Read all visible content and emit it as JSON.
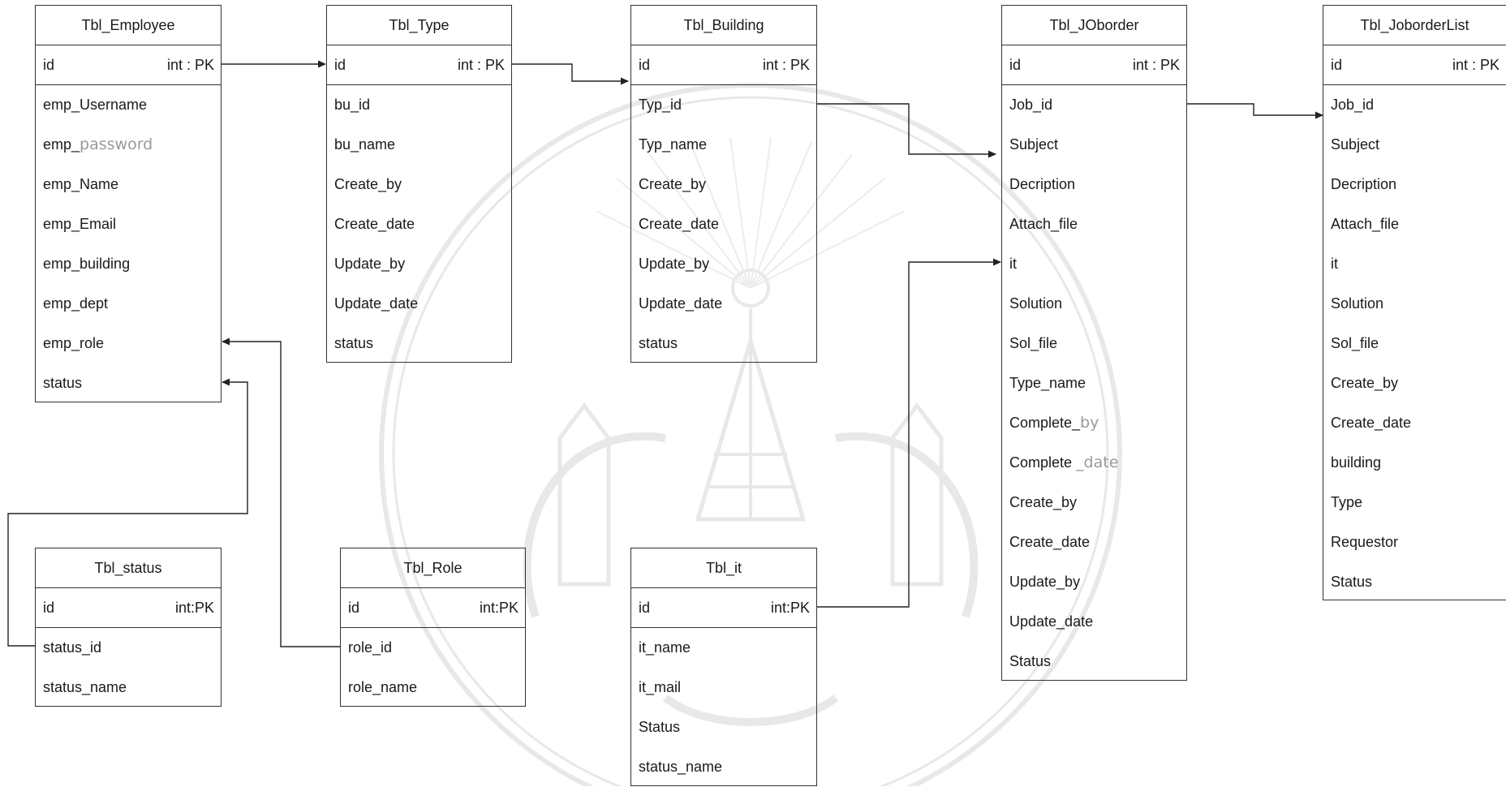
{
  "tables": {
    "employee": {
      "title": "Tbl_Employee",
      "pk": {
        "name": "id",
        "type": "int : PK"
      },
      "fields": [
        "emp_Username",
        "emp_password",
        "emp_Name",
        "emp_Email",
        "emp_building",
        "emp_dept",
        "emp_role",
        "status"
      ]
    },
    "type": {
      "title": "Tbl_Type",
      "pk": {
        "name": "id",
        "type": "int : PK"
      },
      "fields": [
        "bu_id",
        "bu_name",
        "Create_by",
        "Create_date",
        "Update_by",
        "Update_date",
        "status"
      ]
    },
    "building": {
      "title": "Tbl_Building",
      "pk": {
        "name": "id",
        "type": "int : PK"
      },
      "fields": [
        "Typ_id",
        "Typ_name",
        "Create_by",
        "Create_date",
        "Update_by",
        "Update_date",
        "status"
      ]
    },
    "joborder": {
      "title": "Tbl_JOborder",
      "pk": {
        "name": "id",
        "type": "int : PK"
      },
      "fields": [
        "Job_id",
        "Subject",
        "Decription",
        "Attach_file",
        "it",
        "Solution",
        "Sol_file",
        "Type_name",
        "Complete_by",
        "Complete _date",
        "Create_by",
        "Create_date",
        "Update_by",
        "Update_date",
        "Status"
      ]
    },
    "joborderlist": {
      "title": "Tbl_JoborderList",
      "pk": {
        "name": "id",
        "type": "int : PK"
      },
      "fields": [
        "Job_id",
        "Subject",
        "Decription",
        "Attach_file",
        "it",
        "Solution",
        "Sol_file",
        "Create_by",
        "Create_date",
        "building",
        "Type",
        "Requestor",
        "Status"
      ]
    },
    "status": {
      "title": "Tbl_status",
      "pk": {
        "name": "id",
        "type": "int:PK"
      },
      "fields": [
        "status_id",
        "status_name"
      ]
    },
    "role": {
      "title": "Tbl_Role",
      "pk": {
        "name": "id",
        "type": "int:PK"
      },
      "fields": [
        "role_id",
        "role_name"
      ]
    },
    "it": {
      "title": "Tbl_it",
      "pk": {
        "name": "id",
        "type": "int:PK"
      },
      "fields": [
        "it_name",
        "it_mail",
        "Status",
        "status_name"
      ]
    }
  },
  "colors": {
    "line": "#222222",
    "border": "#333333",
    "watermark": "#e9e9e9"
  }
}
